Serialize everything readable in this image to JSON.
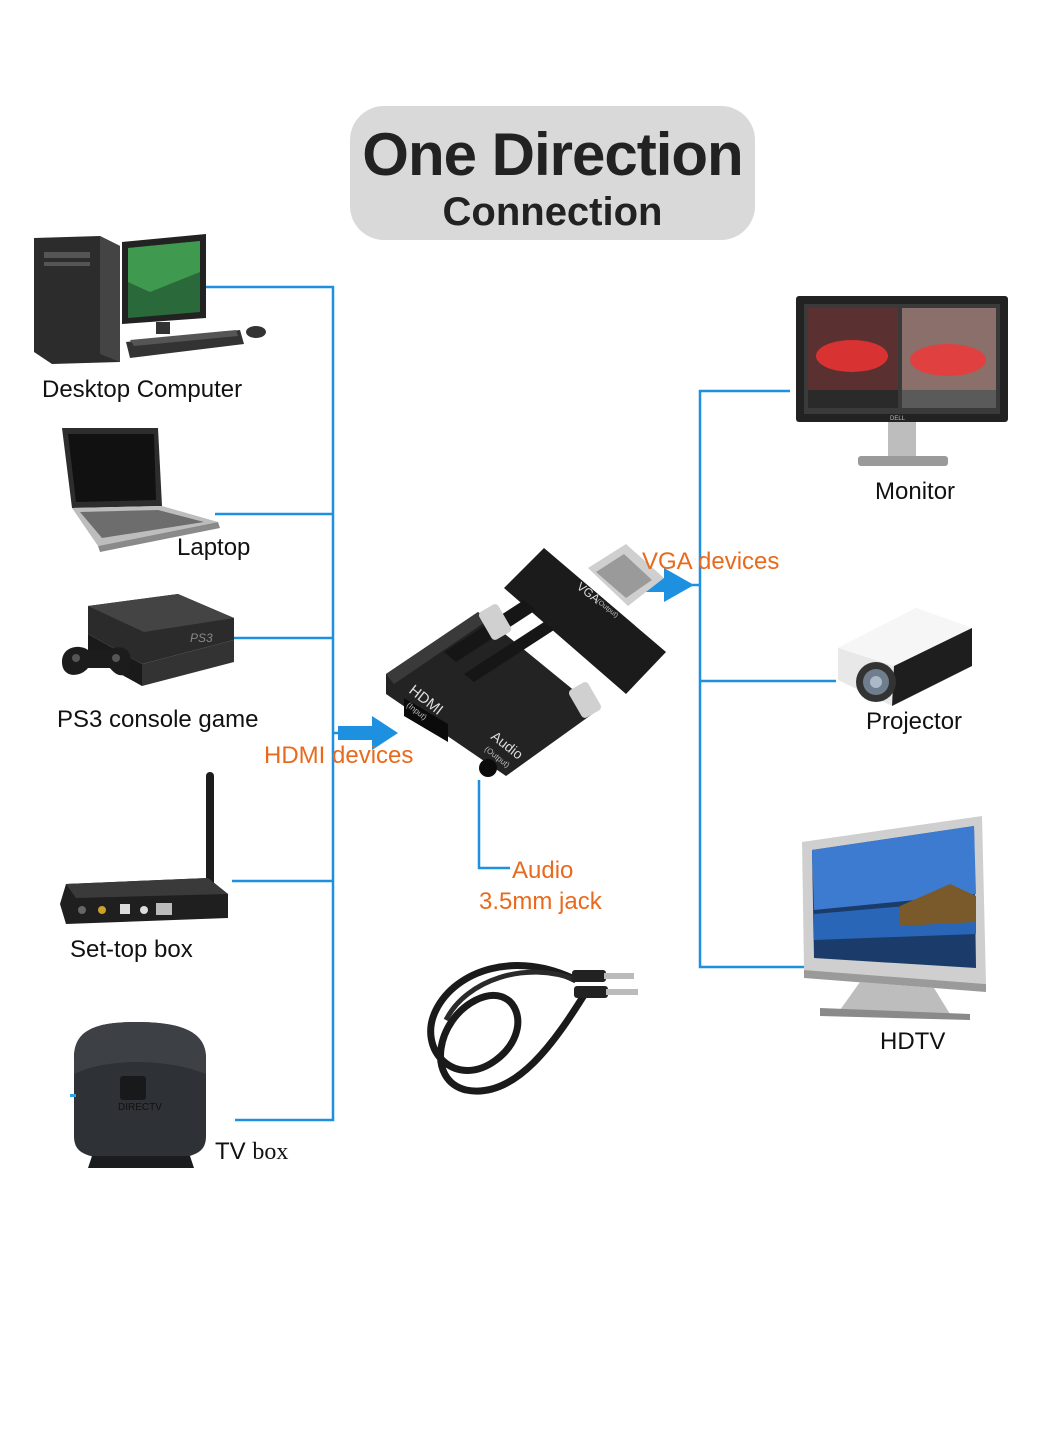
{
  "title": {
    "main": "One Direction",
    "sub": "Connection"
  },
  "sources": [
    {
      "label": "Desktop Computer",
      "icon": "desktop-computer-icon"
    },
    {
      "label": "Laptop",
      "icon": "laptop-icon"
    },
    {
      "label": "PS3 console game",
      "icon": "ps3-console-icon"
    },
    {
      "label": "Set-top box",
      "icon": "set-top-box-icon"
    },
    {
      "label_a": "TV",
      "label_b": "box",
      "icon": "tv-box-icon"
    }
  ],
  "outputs": [
    {
      "label": "Monitor",
      "icon": "monitor-icon"
    },
    {
      "label": "Projector",
      "icon": "projector-icon"
    },
    {
      "label": "HDTV",
      "icon": "hdtv-icon"
    }
  ],
  "adapter": {
    "hdmi_port": "HDMI",
    "hdmi_sub": "(Input)",
    "vga_port": "VGA",
    "vga_sub": "(Output)",
    "audio_port": "Audio",
    "audio_sub": "(Output)"
  },
  "flow_labels": {
    "hdmi_devices": "HDMI devices",
    "vga_devices": "VGA devices",
    "audio_line1": "Audio",
    "audio_line2": "3.5mm jack"
  },
  "device_text": {
    "monitor_brand": "DELL",
    "tvbox_brand": "DIRECTV",
    "ps3_logo": "PS3"
  },
  "colors": {
    "wire": "#1e90e0",
    "accent_orange": "#e86a1c",
    "title_bg": "#d9d9d9",
    "device_dark": "#1e1e1e"
  }
}
